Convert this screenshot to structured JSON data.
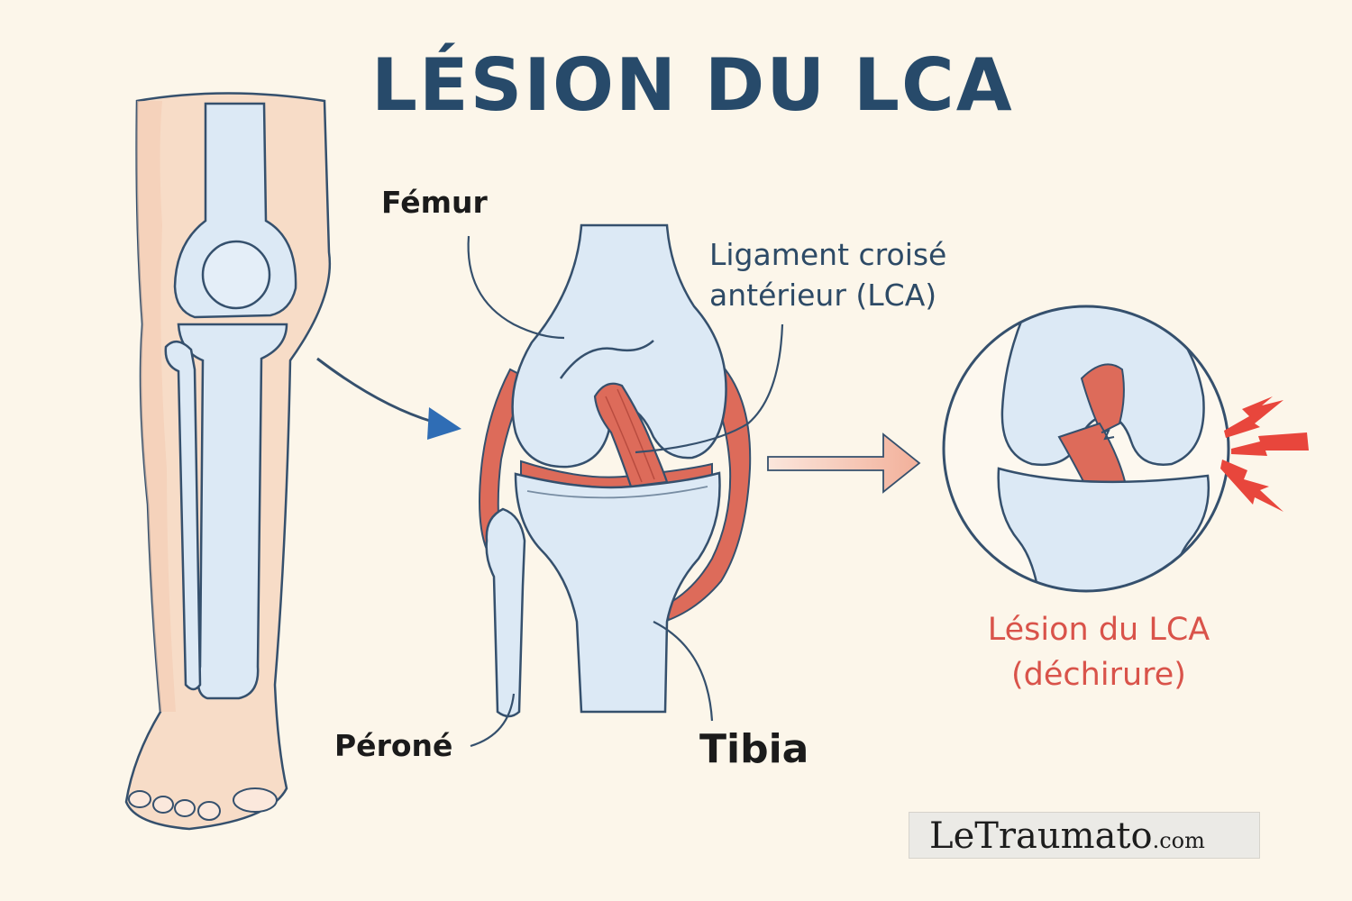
{
  "title": "LÉSION DU LCA",
  "labels": {
    "femur": "Fémur",
    "acl_line1": "Ligament croisé",
    "acl_line2": "antérieur (LCA)",
    "perone": "Péroné",
    "tibia": "Tibia",
    "injury_line1": "Lésion du LCA",
    "injury_line2": "(déchirure)"
  },
  "logo": {
    "main": "LeTraumato",
    "suffix": ".com"
  },
  "colors": {
    "title": "#274a6a",
    "bone": "#dce9f5",
    "bone_outline": "#35506d",
    "skin": "#f7dcc7",
    "ligament": "#dd6b5a",
    "injury": "#e8463c",
    "injury_text": "#d9534a",
    "arrow_blue": "#2f6db5",
    "arrow_peach": "#f0b6a0"
  }
}
